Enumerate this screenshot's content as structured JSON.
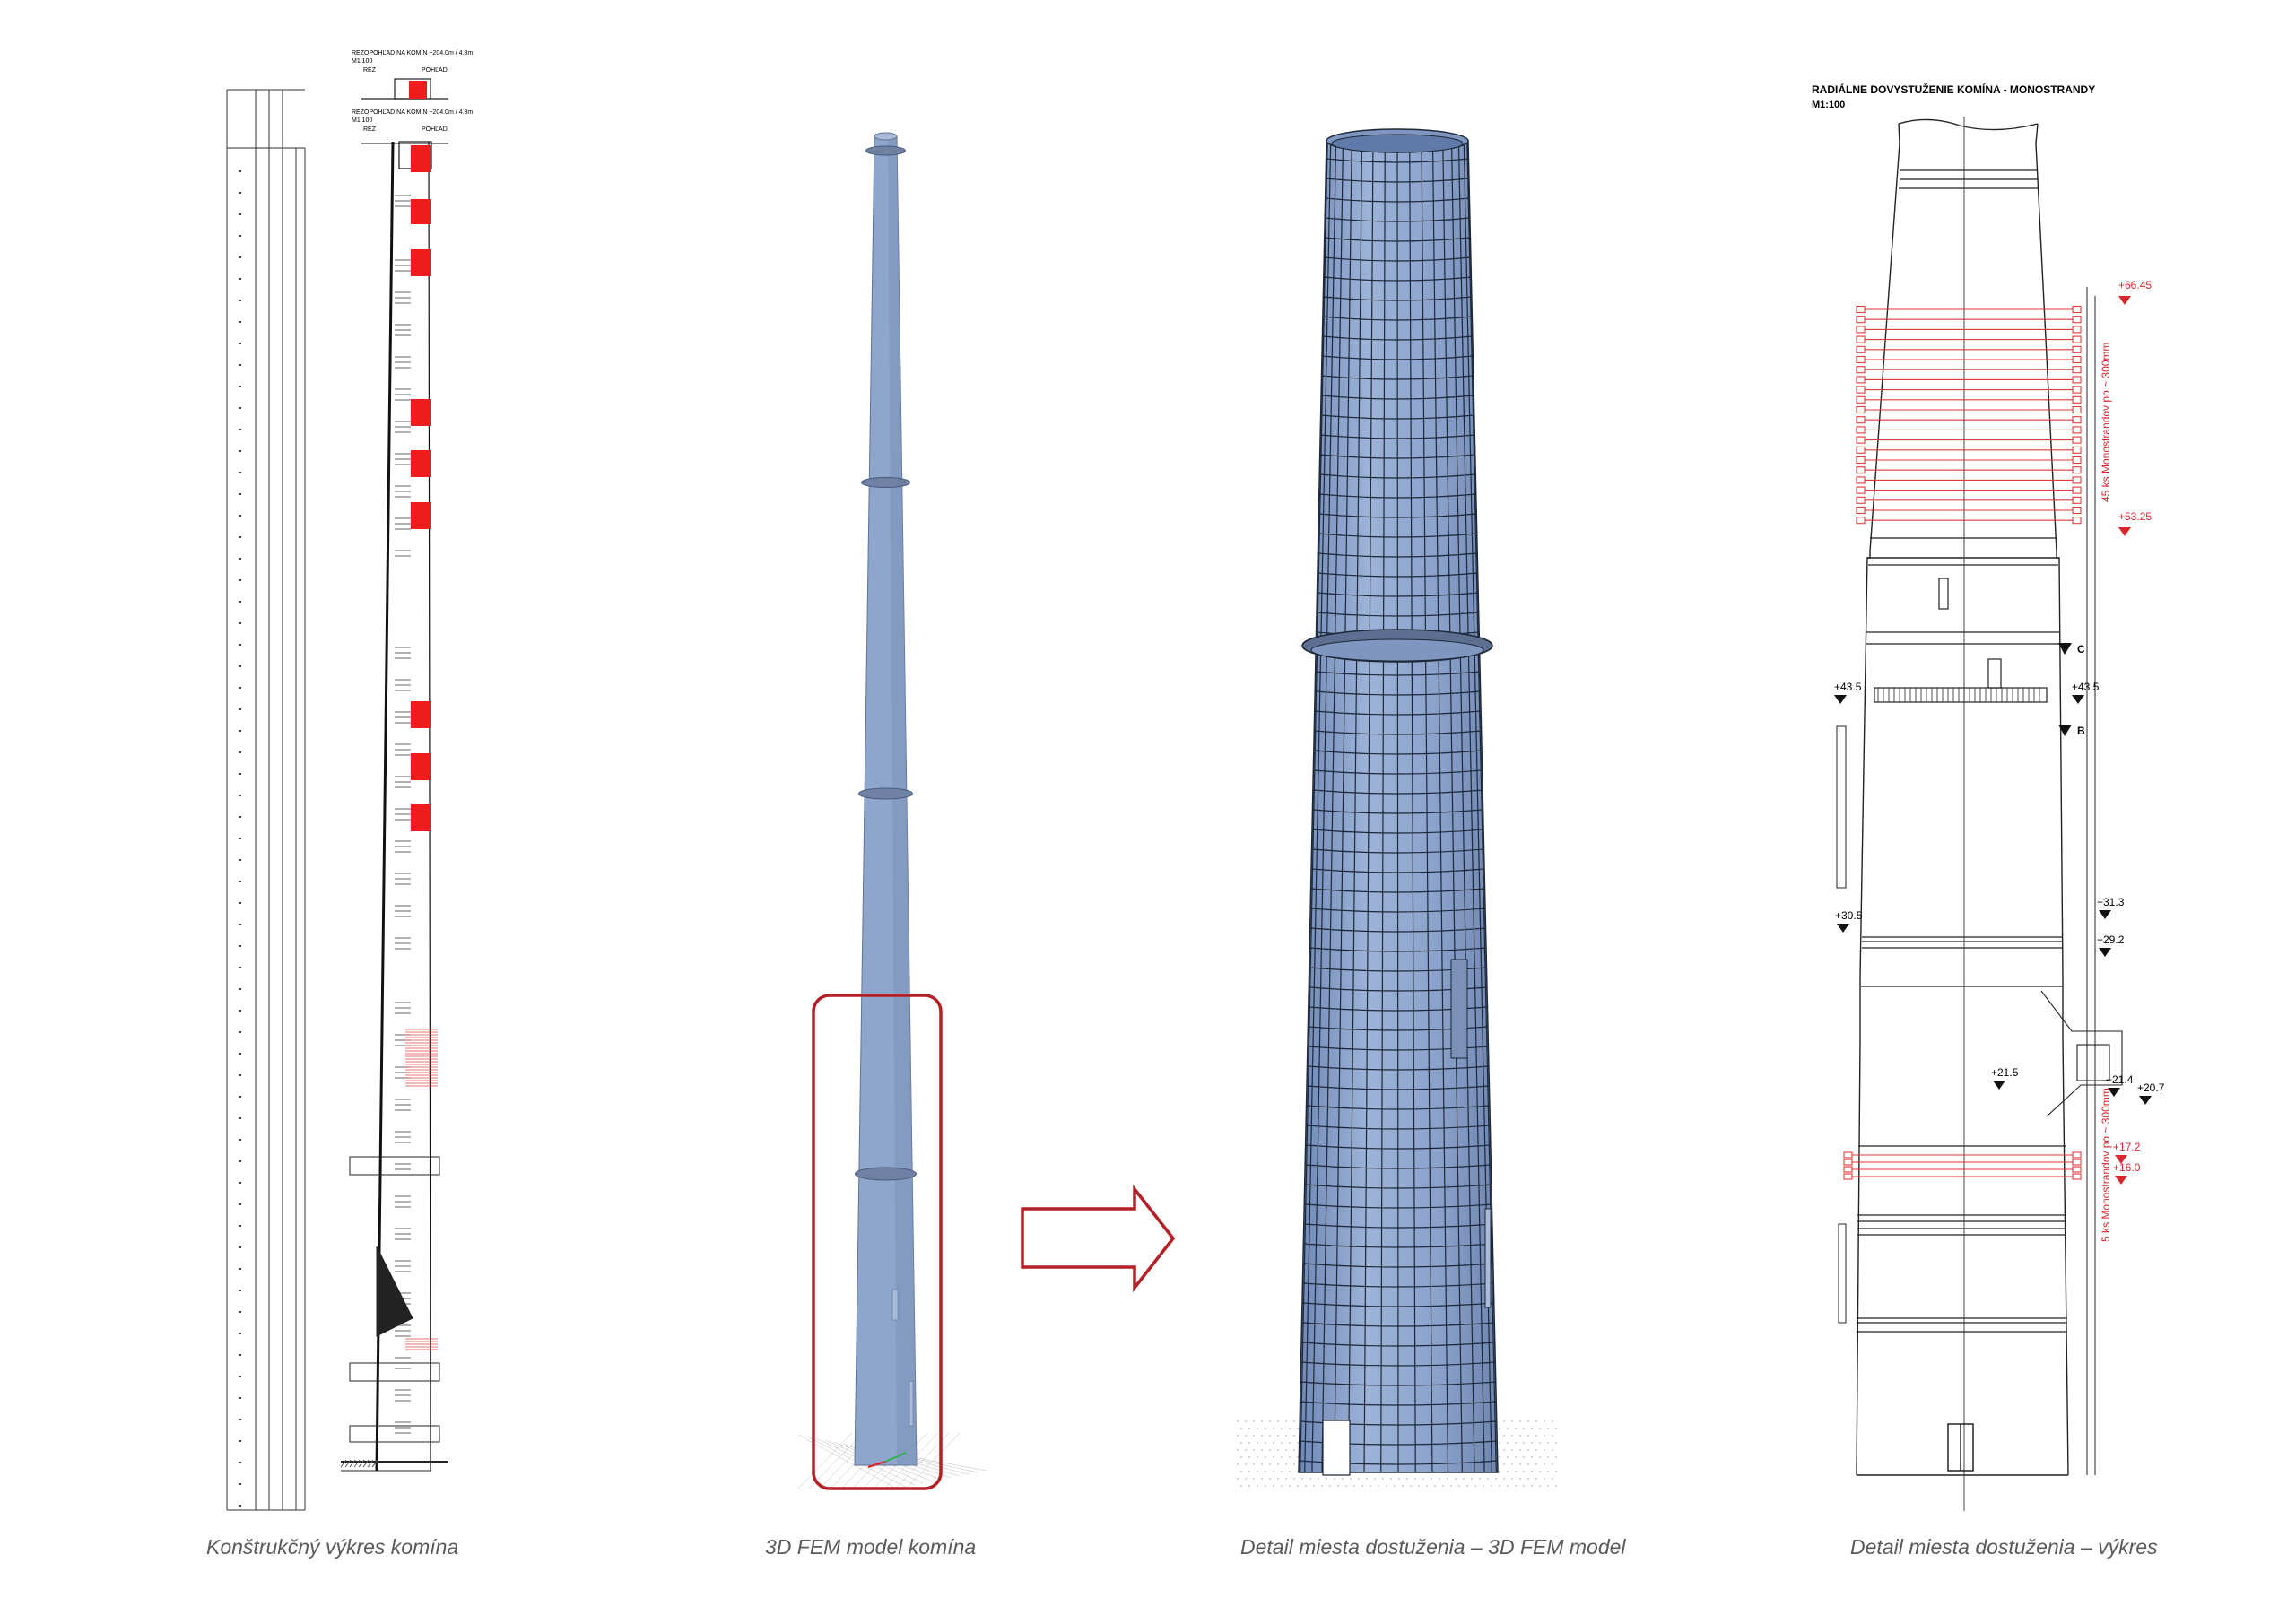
{
  "captions": {
    "construction": "Konštrukčný výkres komína",
    "fem": "3D FEM model komína",
    "fem_detail": "Detail miesta dostuženia – 3D FEM model",
    "drawing_detail": "Detail miesta dostuženia – výkres"
  },
  "construction_drawing": {
    "header1": "REZOPOHĽAD NA KOMÍN +204.0m / 4.8m",
    "header1_scale": "M1:100",
    "header1_col_a": "REZ",
    "header1_col_b": "POHĽAD",
    "header2": "REZOPOHĽAD NA KOMÍN +204.0m / 4.8m",
    "header2_scale": "M1:100",
    "header2_col_a": "REZ",
    "header2_col_b": "POHĽAD"
  },
  "detail_drawing": {
    "title": "RADIÁLNE DOVYSTUŽENIE KOMÍNA - MONOSTRANDY",
    "scale": "M1:100",
    "levels": {
      "l66": "+66.45",
      "l53": "+53.25",
      "l43_left": "+43.5",
      "l43_right": "+43.5",
      "l31": "+31.3",
      "l30": "+30.5",
      "l29": "+29.2",
      "l21_5": "+21.5",
      "l21_4": "+21.4",
      "l20": "+20.7",
      "l17": "+17.2",
      "l16": "+16.0"
    },
    "section_c": "C",
    "section_b": "B",
    "upper_note": "45 ks Monostrandov po ~ 300mm",
    "lower_note": "5 ks Monostrandov po ~ 300mm",
    "colors": {
      "accent": "#d9262e",
      "line": "#222222"
    }
  },
  "arrow": {
    "color": "#b32025"
  },
  "fem_color": "#8ea6cc"
}
